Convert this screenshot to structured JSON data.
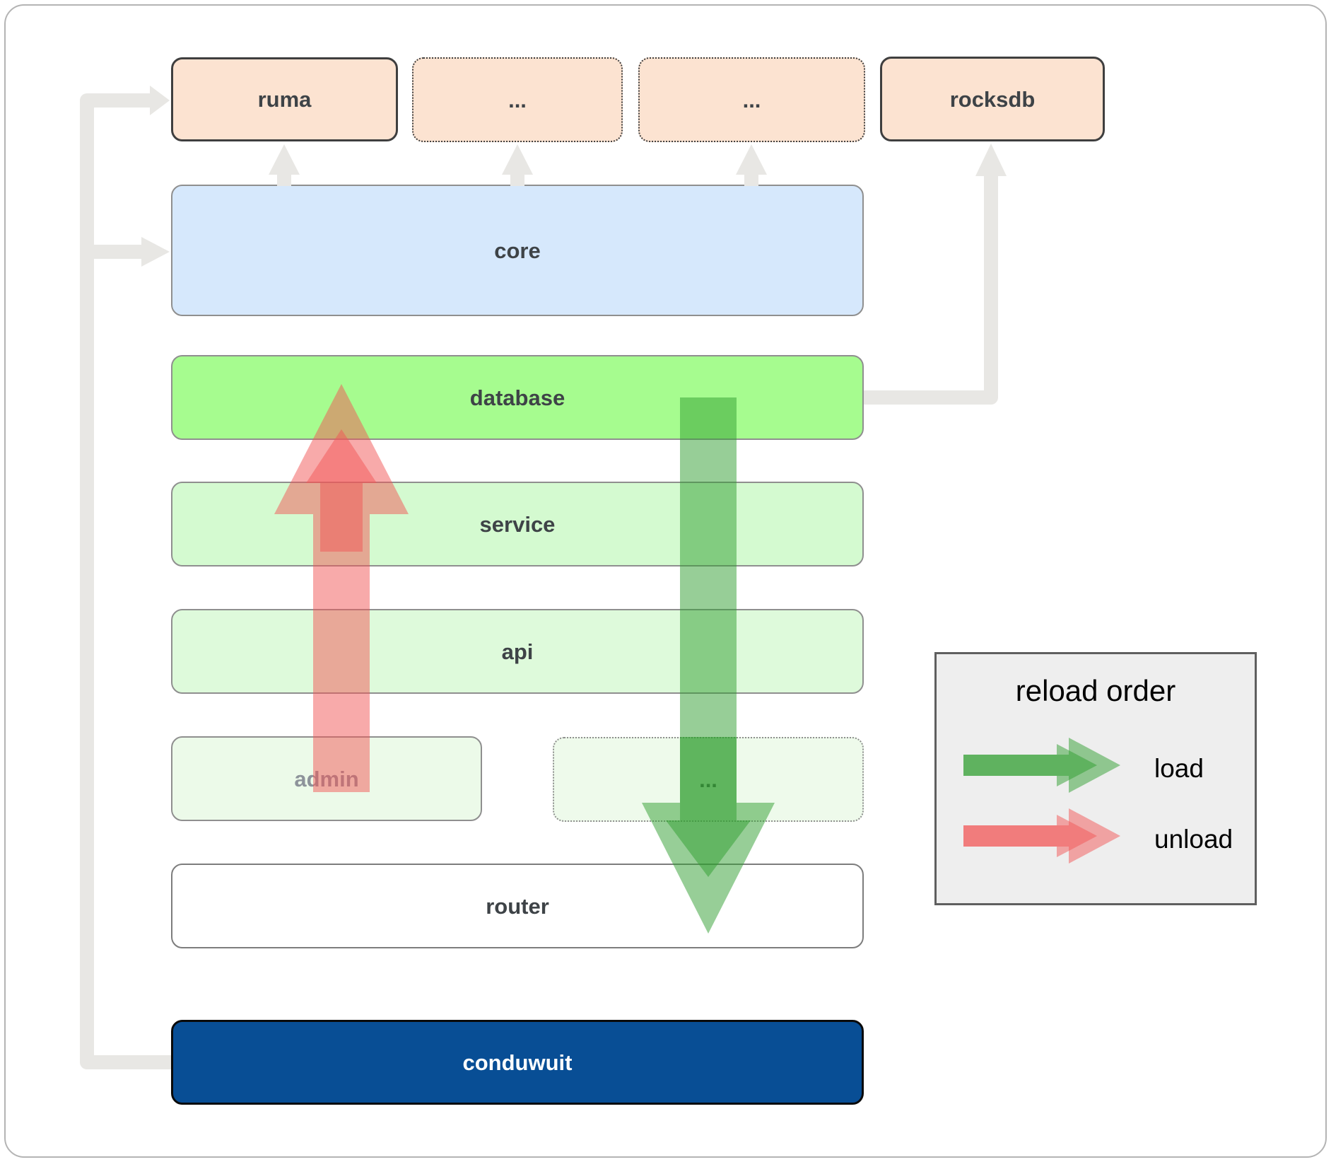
{
  "boxes": {
    "ruma": "ruma",
    "ellipsis_1": "...",
    "ellipsis_2": "...",
    "rocksdb": "rocksdb",
    "core": "core",
    "database": "database",
    "service": "service",
    "api": "api",
    "admin": "admin",
    "admin_ellipsis": "...",
    "router": "router",
    "conduwuit": "conduwuit"
  },
  "legend": {
    "title": "reload order",
    "load_label": "load",
    "unload_label": "unload"
  },
  "colors": {
    "load_arrow_green": "#2f9e2f",
    "unload_arrow_red": "#f15555",
    "module_peach": "#fce3d1",
    "core_blue": "#d6e8fc",
    "database_green": "#a6fc8f",
    "conduwuit_blue": "#084e95",
    "connector_gray": "#e8e7e4"
  }
}
